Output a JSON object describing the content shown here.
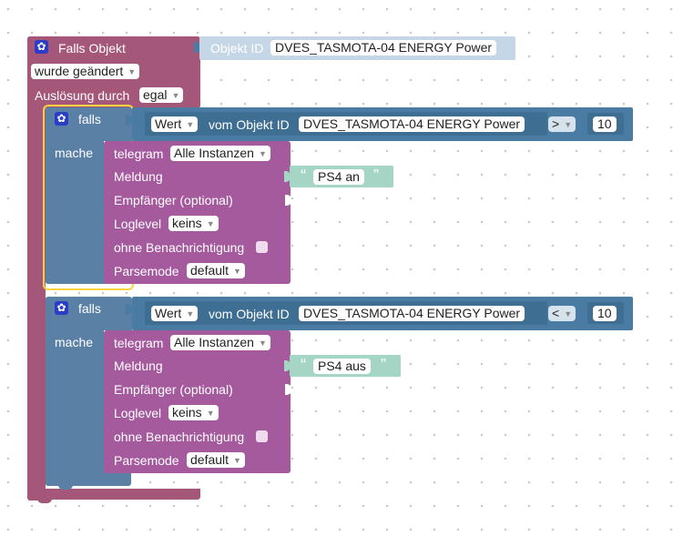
{
  "colors": {
    "trigger": "#a5577a",
    "logic": "#5b80a5",
    "telegram": "#a45a9d",
    "objectid": "#4a7ca3",
    "text": "#a5d6c5",
    "highlight": "#fbd441"
  },
  "trigger_block": {
    "title": "Falls Objekt",
    "objid_label": "Objekt ID",
    "objid_value": "DVES_TASMOTA-04 ENERGY  Power",
    "changed_option": "wurde geändert",
    "trigger_by_label": "Auslösung durch",
    "trigger_by_value": "egal",
    "icon": "gear-icon"
  },
  "if_blocks": [
    {
      "if_label": "falls",
      "do_label": "mache",
      "compare": {
        "value_option": "Wert",
        "from_label": "vom Objekt ID",
        "object_id": "DVES_TASMOTA-04 ENERGY  Power",
        "operator": ">",
        "number": "10"
      },
      "telegram": {
        "title": "telegram",
        "instances": "Alle Instanzen",
        "message_label": "Meldung",
        "message_text": "PS4 an",
        "recipient_label": "Empfänger (optional)",
        "loglevel_label": "Loglevel",
        "loglevel_value": "keins",
        "silent_label": "ohne Benachrichtigung",
        "parsemode_label": "Parsemode",
        "parsemode_value": "default"
      }
    },
    {
      "if_label": "falls",
      "do_label": "mache",
      "compare": {
        "value_option": "Wert",
        "from_label": "vom Objekt ID",
        "object_id": "DVES_TASMOTA-04 ENERGY  Power",
        "operator": "<",
        "number": "10"
      },
      "telegram": {
        "title": "telegram",
        "instances": "Alle Instanzen",
        "message_label": "Meldung",
        "message_text": "PS4 aus",
        "recipient_label": "Empfänger (optional)",
        "loglevel_label": "Loglevel",
        "loglevel_value": "keins",
        "silent_label": "ohne Benachrichtigung",
        "parsemode_label": "Parsemode",
        "parsemode_value": "default"
      }
    }
  ],
  "quote_open": "“",
  "quote_close": "”",
  "dropdown_arrow": "▼"
}
